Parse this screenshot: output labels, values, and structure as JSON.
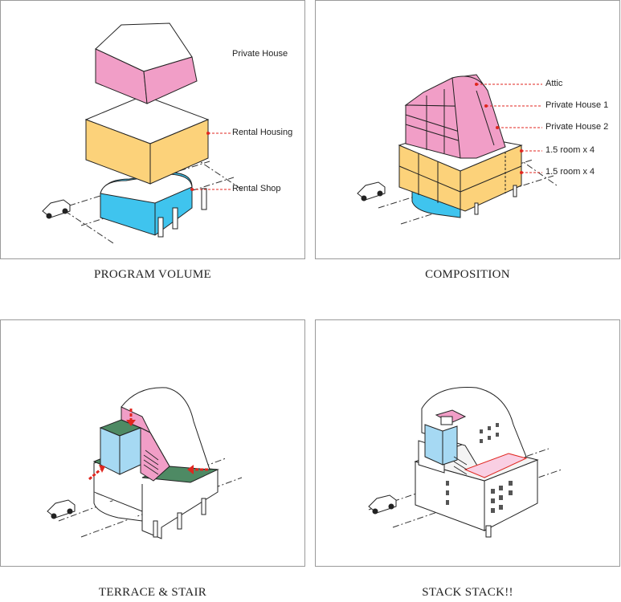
{
  "panels": [
    {
      "caption": "PROGRAM VOLUME",
      "labels": [
        "Private House",
        "Rental Housing",
        "Rental Shop"
      ]
    },
    {
      "caption": "COMPOSITION",
      "labels": [
        "Attic",
        "Private House 1",
        "Private House 2",
        "1.5 room x 4",
        "1.5 room x 4"
      ]
    },
    {
      "caption": "TERRACE & STAIR",
      "labels": []
    },
    {
      "caption": "STACK STACK!!",
      "labels": []
    }
  ],
  "colors": {
    "pink": "#f19ec7",
    "yellow": "#fcd27a",
    "blue": "#3fc4ee",
    "lightblue": "#a6d9f3",
    "green": "#4e8a64",
    "red": "#e0261f"
  }
}
